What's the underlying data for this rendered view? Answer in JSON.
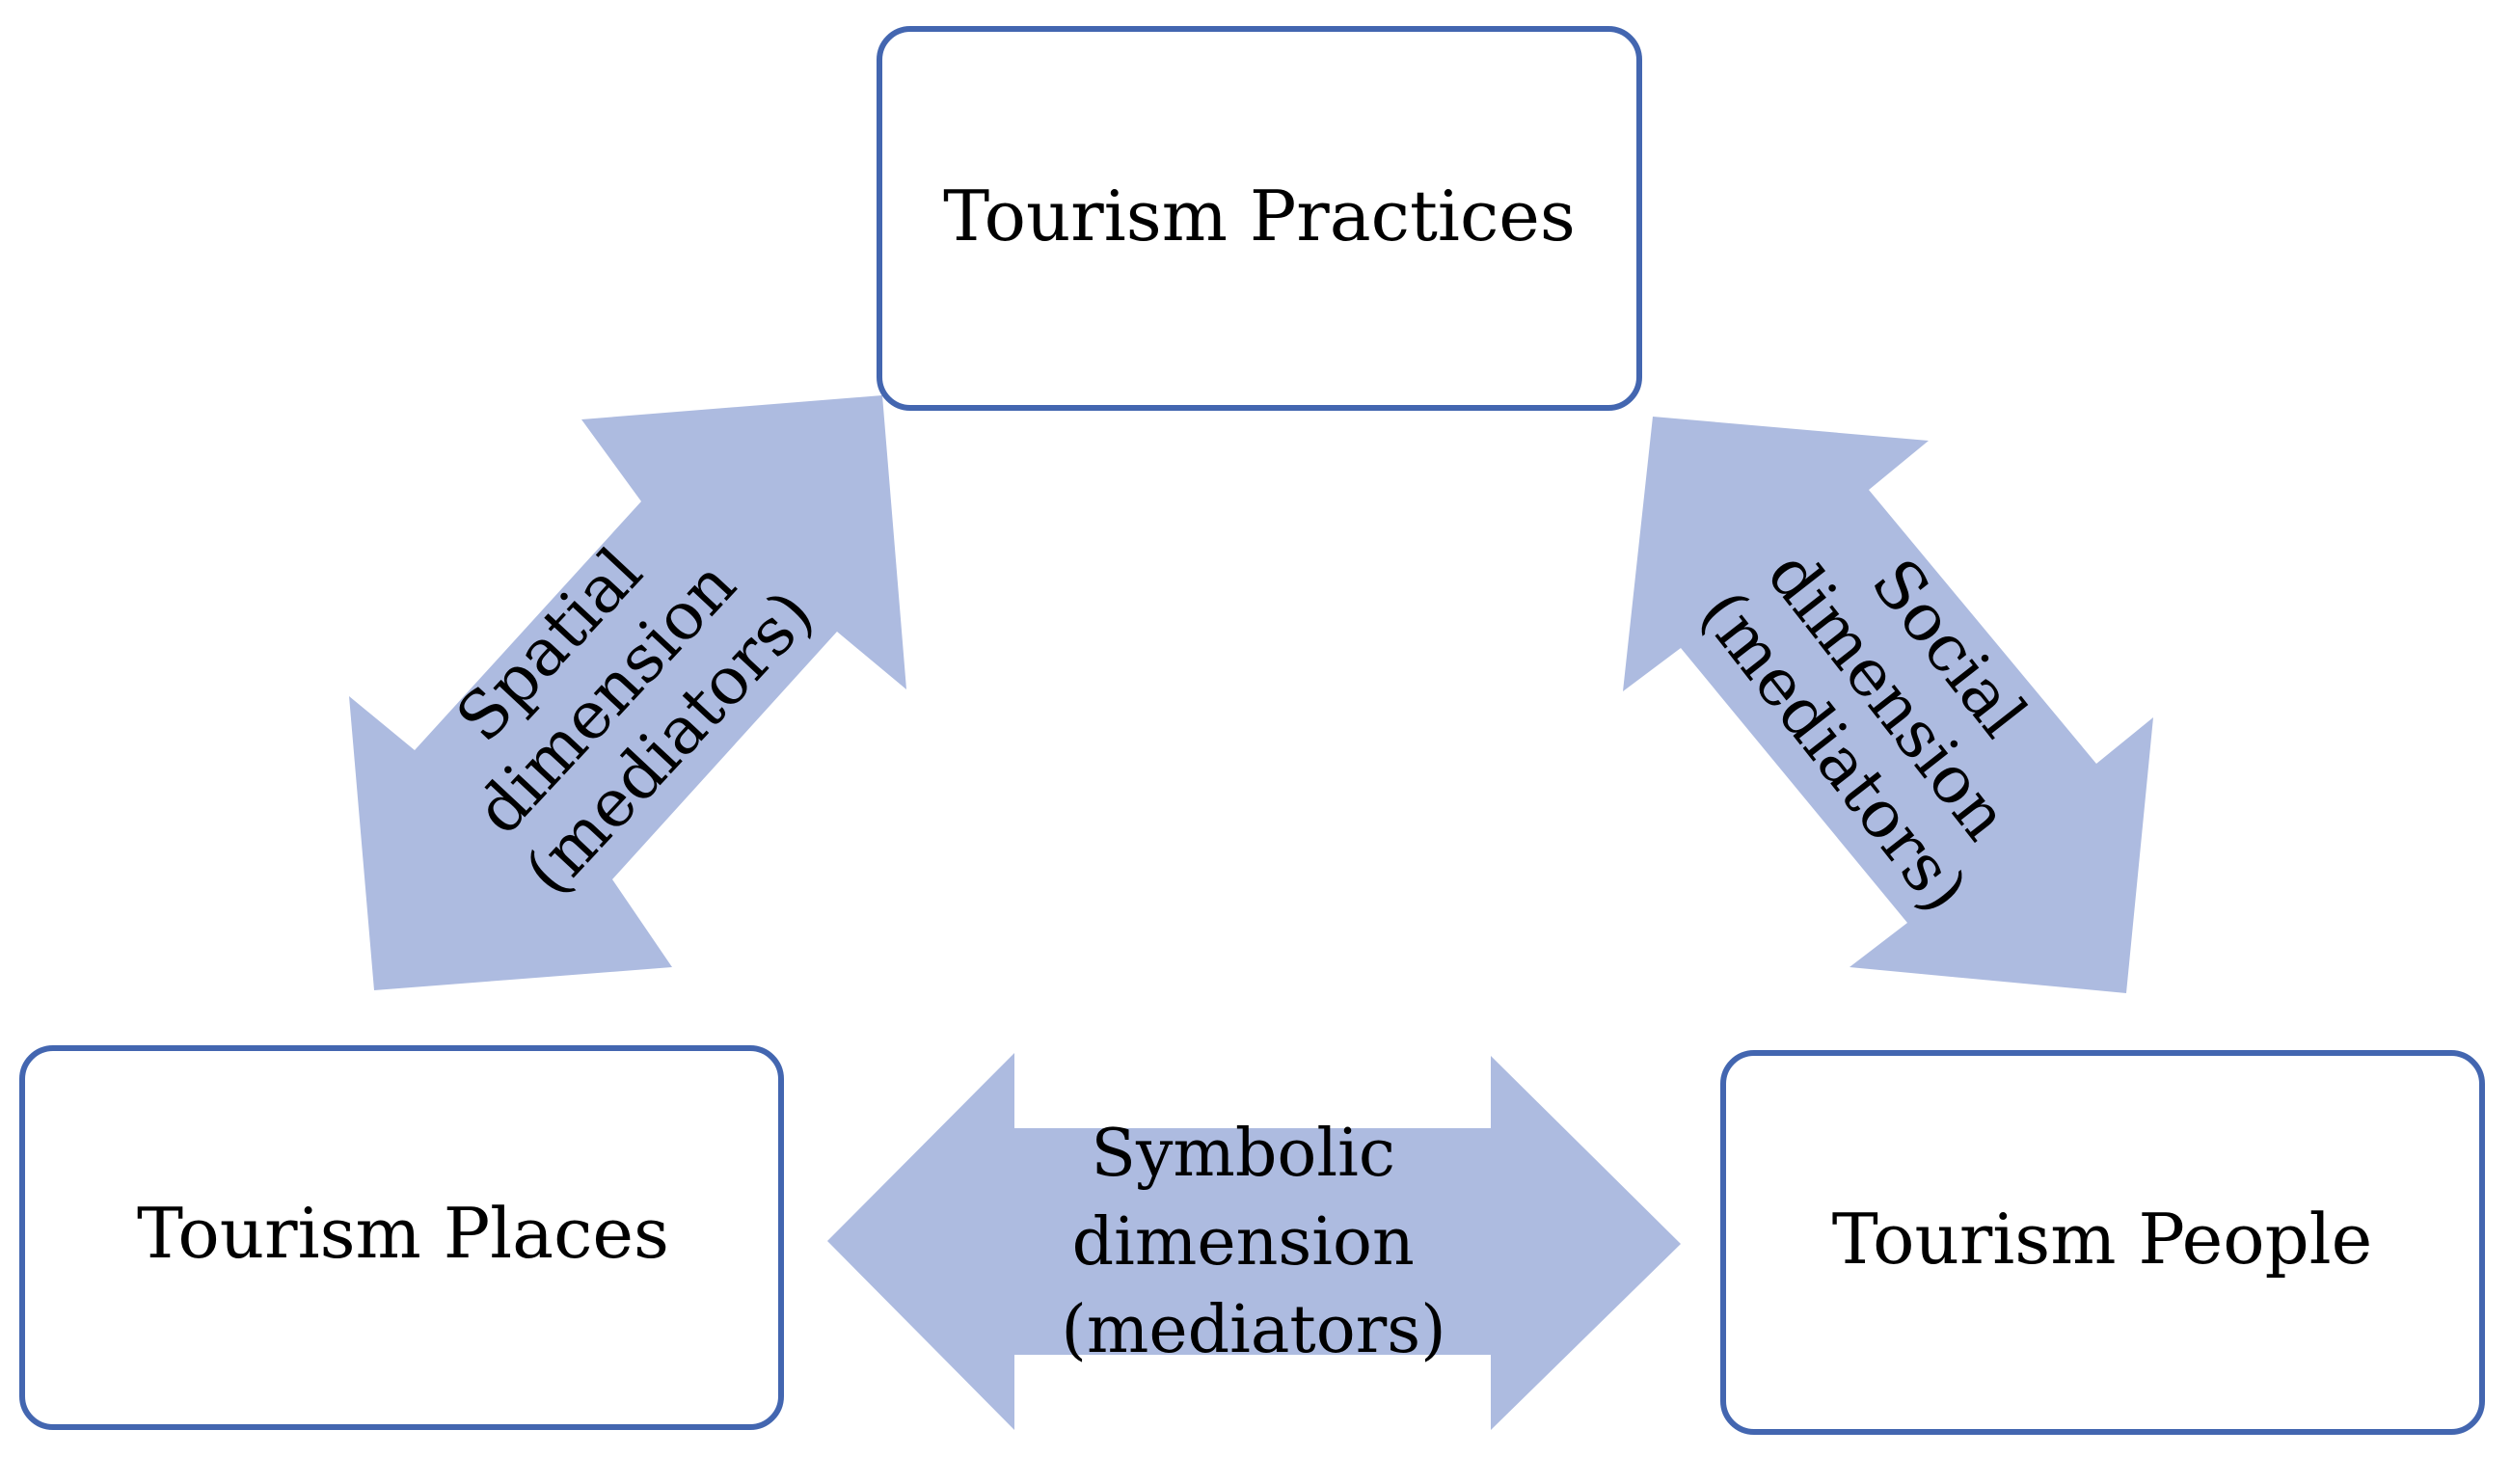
{
  "colors": {
    "box_border": "#4366b0",
    "box_fill": "#ffffff",
    "arrow_fill": "#adbbe0",
    "text": "#000000"
  },
  "nodes": {
    "practices": {
      "label": "Tourism Practices"
    },
    "places": {
      "label": "Tourism Places"
    },
    "people": {
      "label": "Tourism People"
    }
  },
  "connectors": {
    "spatial": {
      "lines": [
        "Spatial",
        "dimension",
        "(mediators)"
      ]
    },
    "social": {
      "lines": [
        "Social",
        "dimension",
        "(mediators)"
      ]
    },
    "symbolic": {
      "lines": [
        "Symbolic",
        "dimension",
        "(mediators)"
      ]
    }
  }
}
